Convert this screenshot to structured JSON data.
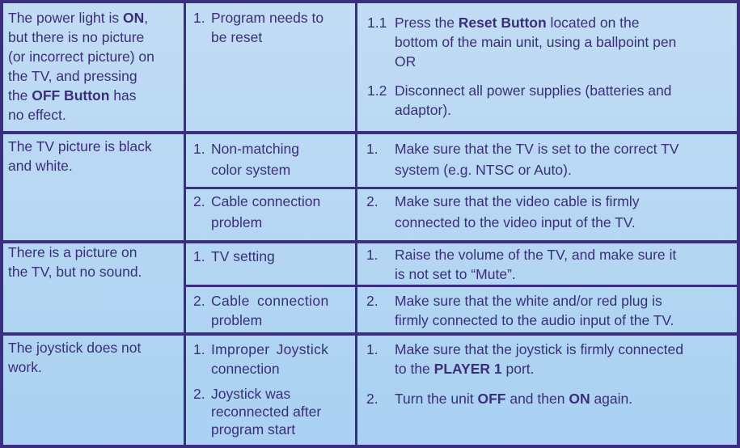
{
  "table": {
    "rows": [
      {
        "problem": [
          "The power light is ",
          "ON",
          ",",
          "but there is no picture",
          "(or incorrect picture) on",
          "the TV, and pressing",
          "the ",
          "OFF Button",
          " has",
          "no effect."
        ],
        "causes": [
          {
            "num": "1.",
            "lines": [
              "Program needs to",
              "be reset"
            ]
          }
        ],
        "solutions": [
          {
            "num": "1.1",
            "lines": [
              "Press the ",
              "Reset Button",
              " located on the",
              "bottom of the main unit, using a ballpoint pen",
              "OR"
            ]
          },
          {
            "num": "1.2",
            "lines": [
              "Disconnect all power supplies (batteries and",
              "adaptor)."
            ]
          }
        ]
      },
      {
        "problem": [
          "The TV picture is black",
          "and white."
        ],
        "causes": [
          {
            "num": "1.",
            "lines": [
              "Non-matching",
              "color system"
            ]
          },
          {
            "num": "2.",
            "lines": [
              "Cable connection",
              "problem"
            ]
          }
        ],
        "solutions": [
          {
            "num": "1.",
            "lines": [
              "Make sure that the TV is set to the correct TV",
              "system (e.g. NTSC or Auto)."
            ]
          },
          {
            "num": "2.",
            "lines": [
              "Make sure that the video cable is firmly",
              "connected to the video input of the TV."
            ]
          }
        ]
      },
      {
        "problem": [
          "There is a picture on",
          "the TV, but no sound."
        ],
        "causes": [
          {
            "num": "1.",
            "lines": [
              "TV setting"
            ]
          },
          {
            "num": "2.",
            "lines": [
              "Cable connection",
              "problem"
            ]
          }
        ],
        "solutions": [
          {
            "num": "1.",
            "lines": [
              "Raise the volume of the TV, and make sure it",
              "is not set to “Mute”."
            ]
          },
          {
            "num": "2.",
            "lines": [
              "Make sure that the white and/or red plug is",
              "firmly connected to the audio input of the TV."
            ]
          }
        ]
      },
      {
        "problem": [
          "The joystick does not",
          "work."
        ],
        "causes": [
          {
            "num": "1.",
            "lines": [
              "Improper Joystick",
              "connection"
            ]
          },
          {
            "num": "2.",
            "lines": [
              "Joystick was",
              "reconnected after",
              "program start"
            ]
          }
        ],
        "solutions": [
          {
            "num": "1.",
            "lines": [
              "Make sure that the joystick is firmly connected",
              "to the ",
              "PLAYER 1",
              " port."
            ]
          },
          {
            "num": "2.",
            "lines": [
              "Turn the unit ",
              "OFF",
              " and then ",
              "ON",
              " again."
            ]
          }
        ]
      }
    ]
  },
  "colors": {
    "border": "#3b2e80",
    "text": "#3a2f78",
    "background": "#b2d4f2"
  }
}
